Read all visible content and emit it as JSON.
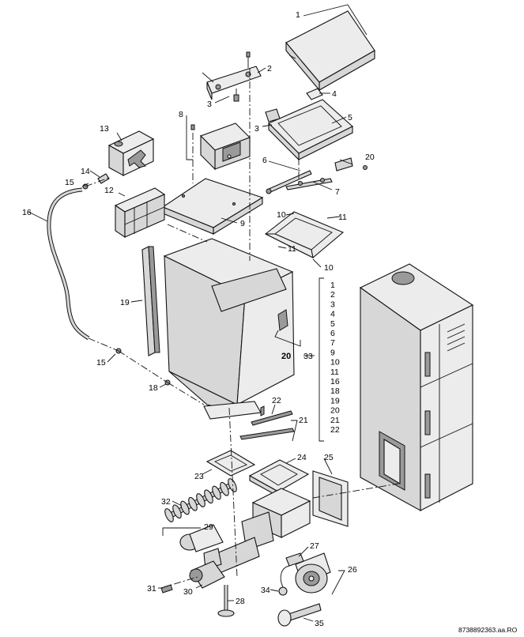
{
  "callouts": {
    "c1": "1",
    "c2": "2",
    "c3a": "3",
    "c3b": "3",
    "c4": "4",
    "c5": "5",
    "c6": "6",
    "c7": "7",
    "c8": "8",
    "c9": "9",
    "c10a": "10",
    "c10b": "10",
    "c11a": "11",
    "c11b": "11",
    "c12": "12",
    "c13": "13",
    "c14": "14",
    "c15a": "15",
    "c15b": "15",
    "c16": "16",
    "c18": "18",
    "c19": "19",
    "c20a": "20",
    "c20b": "20",
    "c21": "21",
    "c22": "22",
    "c23": "23",
    "c24": "24",
    "c25": "25",
    "c26": "26",
    "c27": "27",
    "c28": "28",
    "c29": "29",
    "c30": "30",
    "c31": "31",
    "c32": "32",
    "c33": "33",
    "c34": "34",
    "c35": "35"
  },
  "kit_list": [
    "1",
    "2",
    "3",
    "4",
    "5",
    "6",
    "7",
    "9",
    "10",
    "11",
    "16",
    "18",
    "19",
    "20",
    "21",
    "22"
  ],
  "image_code": "8738892363.aa.RO"
}
